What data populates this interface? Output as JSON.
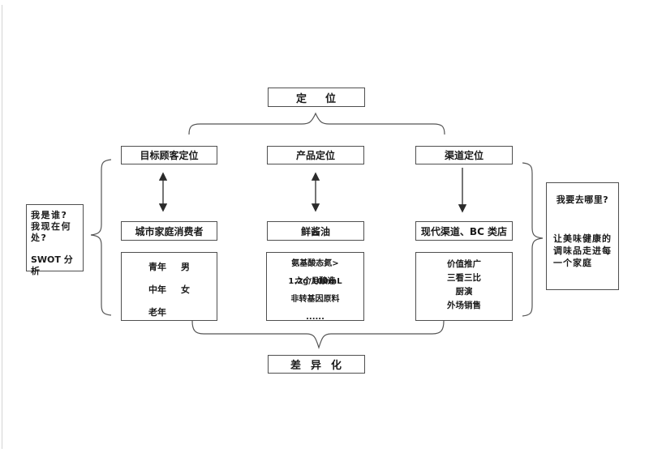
{
  "diagram": {
    "top_box": "定    位",
    "bottom_box": "差  异  化",
    "columns": [
      {
        "header": "目标顾客定位",
        "middle": "城市家庭消费者",
        "details": [
          {
            "c1": "青年",
            "c2": "男"
          },
          {
            "c1": "中年",
            "c2": "女"
          },
          {
            "c1": "老年",
            "c2": ""
          }
        ]
      },
      {
        "header": "产品定位",
        "middle": "鲜酱油",
        "details": [
          "氨基酸态氮> 1.2g/100mL",
          "六个月酿造",
          "非转基因原料",
          "......"
        ]
      },
      {
        "header": "渠道定位",
        "middle": "现代渠道、BC 类店",
        "details": [
          "价值推广",
          "三看三比",
          "厨演",
          "外场销售"
        ]
      }
    ],
    "left_note": {
      "line1": "我是谁?",
      "line2": "我现在何处?",
      "line3": "SWOT 分析"
    },
    "right_note": {
      "question": "我要去哪里?",
      "answer": "让美味健康的调味品走进每一个家庭"
    }
  }
}
